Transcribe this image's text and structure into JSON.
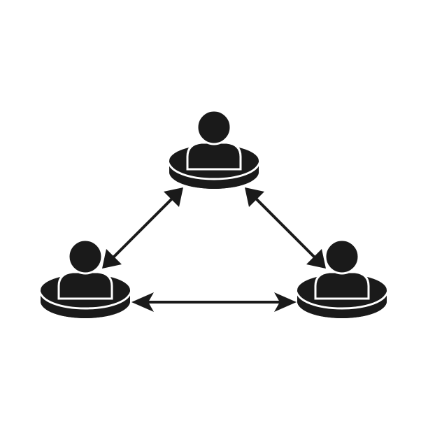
{
  "colors": {
    "background": "#ffffff",
    "ink": "#1a1a1a"
  },
  "icons": {
    "person": "user-on-platform-icon",
    "connector": "double-headed-arrow-icon"
  },
  "diagram": {
    "nodes": [
      {
        "id": "node-top",
        "icon": "user-on-platform-icon"
      },
      {
        "id": "node-left",
        "icon": "user-on-platform-icon"
      },
      {
        "id": "node-right",
        "icon": "user-on-platform-icon"
      }
    ],
    "links": [
      {
        "from": "node-top",
        "to": "node-left",
        "direction": "both"
      },
      {
        "from": "node-top",
        "to": "node-right",
        "direction": "both"
      },
      {
        "from": "node-left",
        "to": "node-right",
        "direction": "both"
      }
    ]
  }
}
